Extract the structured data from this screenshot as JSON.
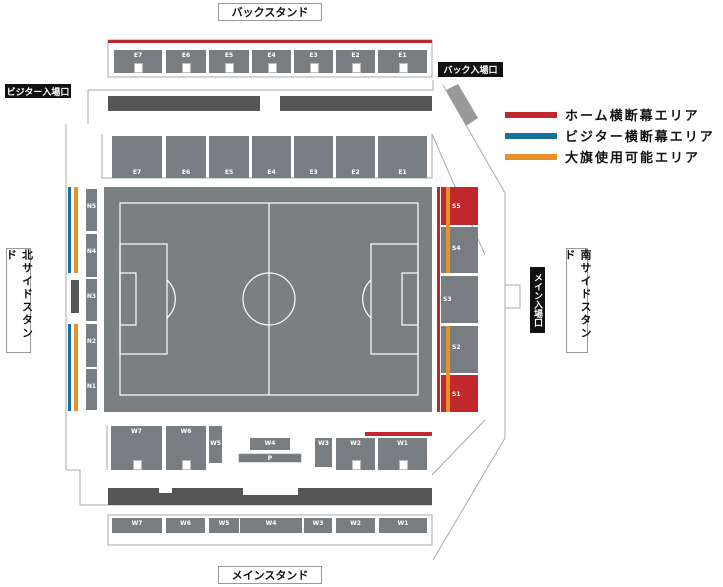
{
  "labels": {
    "back_stand": "バックスタンド",
    "main_stand": "メインスタンド",
    "north_side_stand": "北サイドスタンド",
    "south_side_stand": "南サイドスタンド",
    "back_gate": "バック入場口",
    "visitor_gate": "ビジター入場口",
    "main_gate": "メイン入場口"
  },
  "legend": [
    {
      "label": "ホーム横断幕エリア",
      "color": "#c0282d"
    },
    {
      "label": "ビジター横断幕エリア",
      "color": "#1a6fa0"
    },
    {
      "label": "大旗使用可能エリア",
      "color": "#e8902a"
    }
  ],
  "sections": {
    "back_upper": [
      "E7",
      "E6",
      "E5",
      "E4",
      "E3",
      "E2",
      "E1"
    ],
    "back_lower": [
      "E7",
      "E6",
      "E5",
      "E4",
      "E3",
      "E2",
      "E1"
    ],
    "north": [
      "N5",
      "N4",
      "N3",
      "N2",
      "N1"
    ],
    "south": [
      "S5",
      "S4",
      "S3",
      "S2",
      "S1"
    ],
    "main_upper": [
      "W7",
      "W6",
      "W5",
      "W4",
      "W3",
      "W2",
      "W1"
    ],
    "main_press": "P",
    "main_lower": [
      "W7",
      "W6",
      "W5",
      "W4",
      "W3",
      "W2",
      "W1"
    ]
  },
  "colors": {
    "seat": "#777d80",
    "home": "#c0282d",
    "visitor": "#1a6fa0",
    "flag": "#e8902a",
    "dark": "#555555"
  }
}
